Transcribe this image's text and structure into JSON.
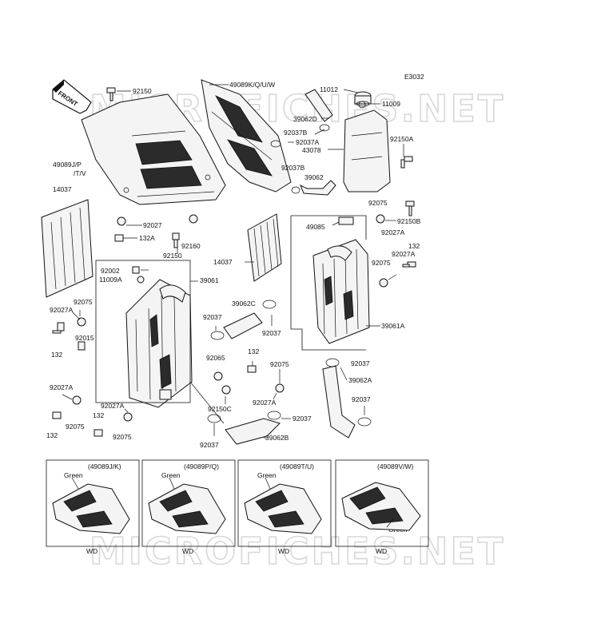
{
  "diagram": {
    "ref_code": "E3032",
    "front_arrow": "FRONT",
    "watermark": "MICROFICHES.NET",
    "labels": {
      "l92150a": "92150",
      "l49089kquw": "49089K/Q/U/W",
      "l11012": "11012",
      "l11009": "11009",
      "l39062d": "39062D",
      "l92037b1": "92037B",
      "l92037a1": "92037A",
      "l43078": "43078",
      "l92150a2": "92150A",
      "l49089jptv_1": "49089J/P",
      "l49089jptv_2": "/T/V",
      "l92037b2": "92037B",
      "l39062": "39062",
      "l14037a": "14037",
      "l92027": "92027",
      "l132a": "132A",
      "l92160": "92160",
      "l92150b": "92150",
      "l92075a": "92075",
      "l92150bb": "92150B",
      "l49085": "49085",
      "l92027a2": "92027A",
      "l132b": "132",
      "l92027a3": "92027A",
      "l92075b": "92075",
      "l14037b": "14037",
      "l92002": "92002",
      "l11009a": "11009A",
      "l39061": "39061",
      "l92075c": "92075",
      "l92027a4": "92027A",
      "l39062c": "39062C",
      "l92037a": "92037",
      "l92037b": "92037",
      "l39061a": "39061A",
      "l92015": "92015",
      "l132c": "132",
      "l92065": "92065",
      "l132d": "132",
      "l92075d": "92075",
      "l92037c": "92037",
      "l39062a": "39062A",
      "l92027a5": "92027A",
      "l92150c": "92150C",
      "l92027a6": "92027A",
      "l92037d": "92037",
      "l92027a7": "92027A",
      "l132e": "132",
      "l92075e": "92075",
      "l132f": "132",
      "l92075f": "92075",
      "l92037e": "92037",
      "l39062b": "39062B",
      "l92037f": "92037"
    },
    "variants": [
      {
        "code": "(49089J/K)",
        "color_label": "Green",
        "footer": "WD"
      },
      {
        "code": "(49089P/Q)",
        "color_label": "Green",
        "footer": "WD"
      },
      {
        "code": "(49089T/U)",
        "color_label": "Green",
        "footer": "WD"
      },
      {
        "code": "(49089V/W)",
        "color_label": "Green",
        "footer": "WD"
      }
    ]
  }
}
